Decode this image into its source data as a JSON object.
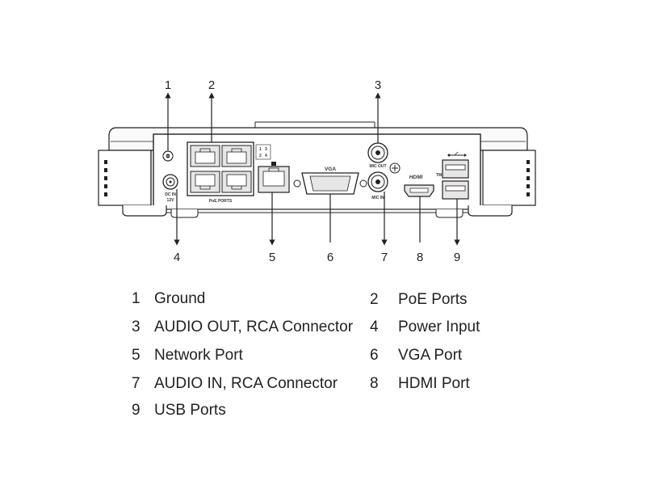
{
  "device": {
    "labels": {
      "dc_in": "DC IN",
      "dc_volt": "12V",
      "poe_ports": "PoE PORTS",
      "vga": "VGA",
      "mic_out": "MIC OUT",
      "mic_in": "MIC IN",
      "hdmi": "HDMI",
      "tm": "TM",
      "port_top_1": "1",
      "port_top_2": "3",
      "port_bot_1": "2",
      "port_bot_2": "4"
    }
  },
  "callouts": [
    {
      "num": "1"
    },
    {
      "num": "2"
    },
    {
      "num": "3"
    },
    {
      "num": "4"
    },
    {
      "num": "5"
    },
    {
      "num": "6"
    },
    {
      "num": "7"
    },
    {
      "num": "8"
    },
    {
      "num": "9"
    }
  ],
  "legend": [
    {
      "num": "1",
      "label": "Ground"
    },
    {
      "num": "2",
      "label": "PoE Ports"
    },
    {
      "num": "3",
      "label": "AUDIO OUT, RCA Connector"
    },
    {
      "num": "4",
      "label": "Power Input"
    },
    {
      "num": "5",
      "label": "Network Port"
    },
    {
      "num": "6",
      "label": "VGA Port"
    },
    {
      "num": "7",
      "label": "AUDIO IN, RCA Connector"
    },
    {
      "num": "8",
      "label": "HDMI Port"
    },
    {
      "num": "9",
      "label": "USB Ports"
    }
  ]
}
